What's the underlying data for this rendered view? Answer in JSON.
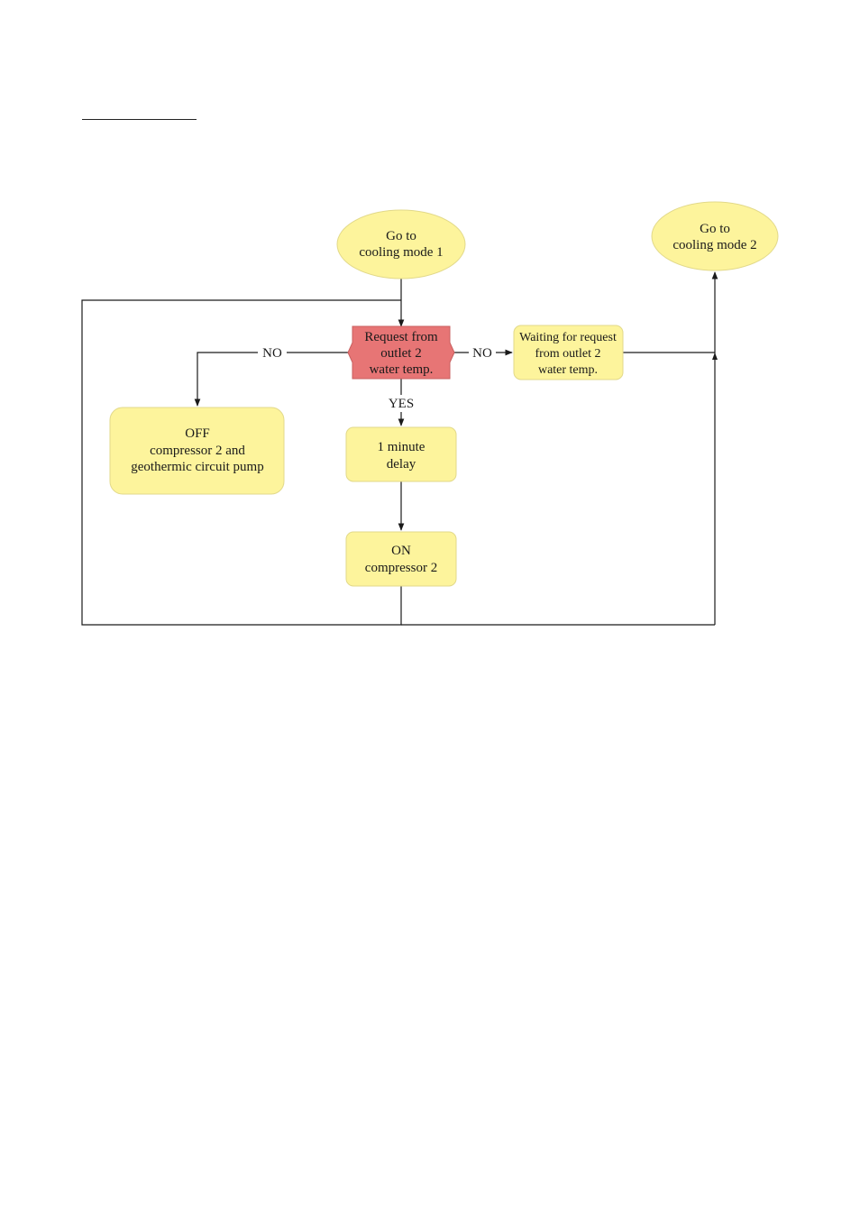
{
  "diagram": {
    "nodes": {
      "start": {
        "lines": [
          "Go to",
          "cooling mode 1"
        ]
      },
      "end": {
        "lines": [
          "Go to",
          "cooling mode 2"
        ]
      },
      "decision": {
        "lines": [
          "Request from",
          "outlet 2",
          "water temp."
        ]
      },
      "waiting": {
        "lines": [
          "Waiting for request",
          "from outlet 2",
          "water temp."
        ]
      },
      "off": {
        "lines": [
          "OFF",
          "compressor 2 and",
          "geothermic circuit pump"
        ]
      },
      "delay": {
        "lines": [
          "1 minute",
          "delay"
        ]
      },
      "on": {
        "lines": [
          "ON",
          "compressor 2"
        ]
      }
    },
    "edges": {
      "no_left": "NO",
      "no_right": "NO",
      "yes": "YES"
    },
    "colors": {
      "node_fill": "#fdf49c",
      "decision_fill": "#e77575",
      "line": "#1a1a1a"
    }
  }
}
